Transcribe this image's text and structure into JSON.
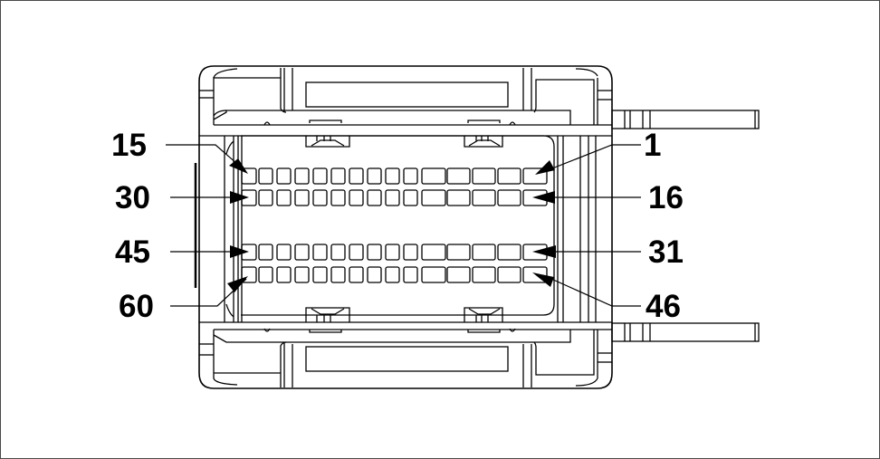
{
  "diagram": {
    "title": "",
    "type": "connector-pinout-face-view",
    "pin_count": 60,
    "rows": [
      {
        "row": 1,
        "left_label": "15",
        "right_label": "1",
        "first_pin": 1,
        "last_pin": 15
      },
      {
        "row": 2,
        "left_label": "30",
        "right_label": "16",
        "first_pin": 16,
        "last_pin": 30
      },
      {
        "row": 3,
        "left_label": "45",
        "right_label": "31",
        "first_pin": 31,
        "last_pin": 45
      },
      {
        "row": 4,
        "left_label": "60",
        "right_label": "46",
        "first_pin": 46,
        "last_pin": 60
      }
    ],
    "pins_per_row": 15,
    "pin_numbering": "right-to-left"
  },
  "labels": {
    "l15": "15",
    "l30": "30",
    "l45": "45",
    "l60": "60",
    "r1": "1",
    "r16": "16",
    "r31": "31",
    "r46": "46"
  },
  "colors": {
    "line": "#000000",
    "background": "#ffffff",
    "frame": "#4a4a4a"
  }
}
